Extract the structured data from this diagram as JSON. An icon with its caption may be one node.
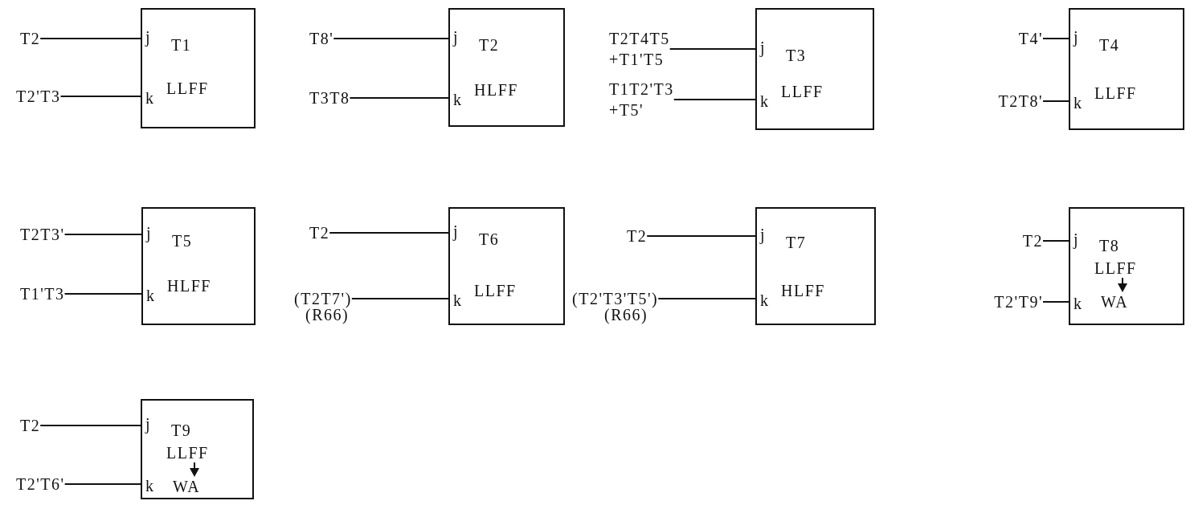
{
  "diagram": {
    "nodes": [
      {
        "text": [
          "T2"
        ]
      },
      {
        "text": [
          "T2'T3"
        ]
      },
      {
        "text": [
          "j",
          "T1",
          "k",
          "LLFF"
        ]
      },
      {
        "text": [
          "T8'"
        ]
      },
      {
        "text": [
          "T3T8"
        ]
      },
      {
        "text": [
          "j",
          "T2",
          "k",
          "HLFF"
        ]
      },
      {
        "text": [
          "T2T4T5 +T1'T5"
        ]
      },
      {
        "text": [
          "T1T2'T3 +T5'"
        ]
      },
      {
        "text": [
          "j",
          "T3",
          "k",
          "LLFF"
        ]
      },
      {
        "text": [
          "T4'"
        ]
      },
      {
        "text": [
          "T2T8'"
        ]
      },
      {
        "text": [
          "j",
          "T4",
          "k",
          "LLFF"
        ]
      },
      {
        "text": [
          "T2T3'"
        ]
      },
      {
        "text": [
          "T1'T3"
        ]
      },
      {
        "text": [
          "j",
          "T5",
          "k",
          "HLFF"
        ]
      },
      {
        "text": [
          "T2"
        ]
      },
      {
        "text": [
          "(T2T7')"
        ],
        "beside": [
          "(R66)"
        ]
      },
      {
        "text": [
          "j",
          "T6",
          "k",
          "LLFF"
        ]
      },
      {
        "text": [
          "T2"
        ]
      },
      {
        "text": [
          "(T2'T3'T5')"
        ],
        "beside": [
          "(R66)"
        ]
      },
      {
        "text": [
          "j",
          "T7",
          "k",
          "HLFF"
        ]
      },
      {
        "text": [
          "T2"
        ]
      },
      {
        "text": [
          "T2'T9'"
        ]
      },
      {
        "text": [
          "j",
          "T8",
          "k",
          "LLFF",
          "WA"
        ]
      },
      {
        "text": [
          "T2"
        ]
      },
      {
        "text": [
          "T2'T6'"
        ]
      },
      {
        "text": [
          "j",
          "T9",
          "k",
          "LLFF",
          "WA"
        ]
      }
    ],
    "edges": [
      {
        "from": 0,
        "to": 2,
        "arrow": "none"
      },
      {
        "from": 1,
        "to": 2,
        "arrow": "none"
      },
      {
        "from": 3,
        "to": 5,
        "arrow": "none"
      },
      {
        "from": 4,
        "to": 5,
        "arrow": "none"
      },
      {
        "from": 6,
        "to": 8,
        "arrow": "none"
      },
      {
        "from": 7,
        "to": 8,
        "arrow": "none"
      },
      {
        "from": 9,
        "to": 11,
        "arrow": "none"
      },
      {
        "from": 10,
        "to": 11,
        "arrow": "none"
      },
      {
        "from": 12,
        "to": 14,
        "arrow": "none"
      },
      {
        "from": 13,
        "to": 14,
        "arrow": "none"
      },
      {
        "from": 15,
        "to": 17,
        "arrow": "none"
      },
      {
        "from": 16,
        "to": 17,
        "arrow": "none"
      },
      {
        "from": 18,
        "to": 20,
        "arrow": "none"
      },
      {
        "from": 19,
        "to": 20,
        "arrow": "none"
      },
      {
        "from": 21,
        "to": 23,
        "arrow": "none"
      },
      {
        "from": 22,
        "to": 23,
        "arrow": "none"
      },
      {
        "from": 24,
        "to": 26,
        "arrow": "none"
      },
      {
        "from": 25,
        "to": 26,
        "arrow": "none"
      }
    ]
  }
}
